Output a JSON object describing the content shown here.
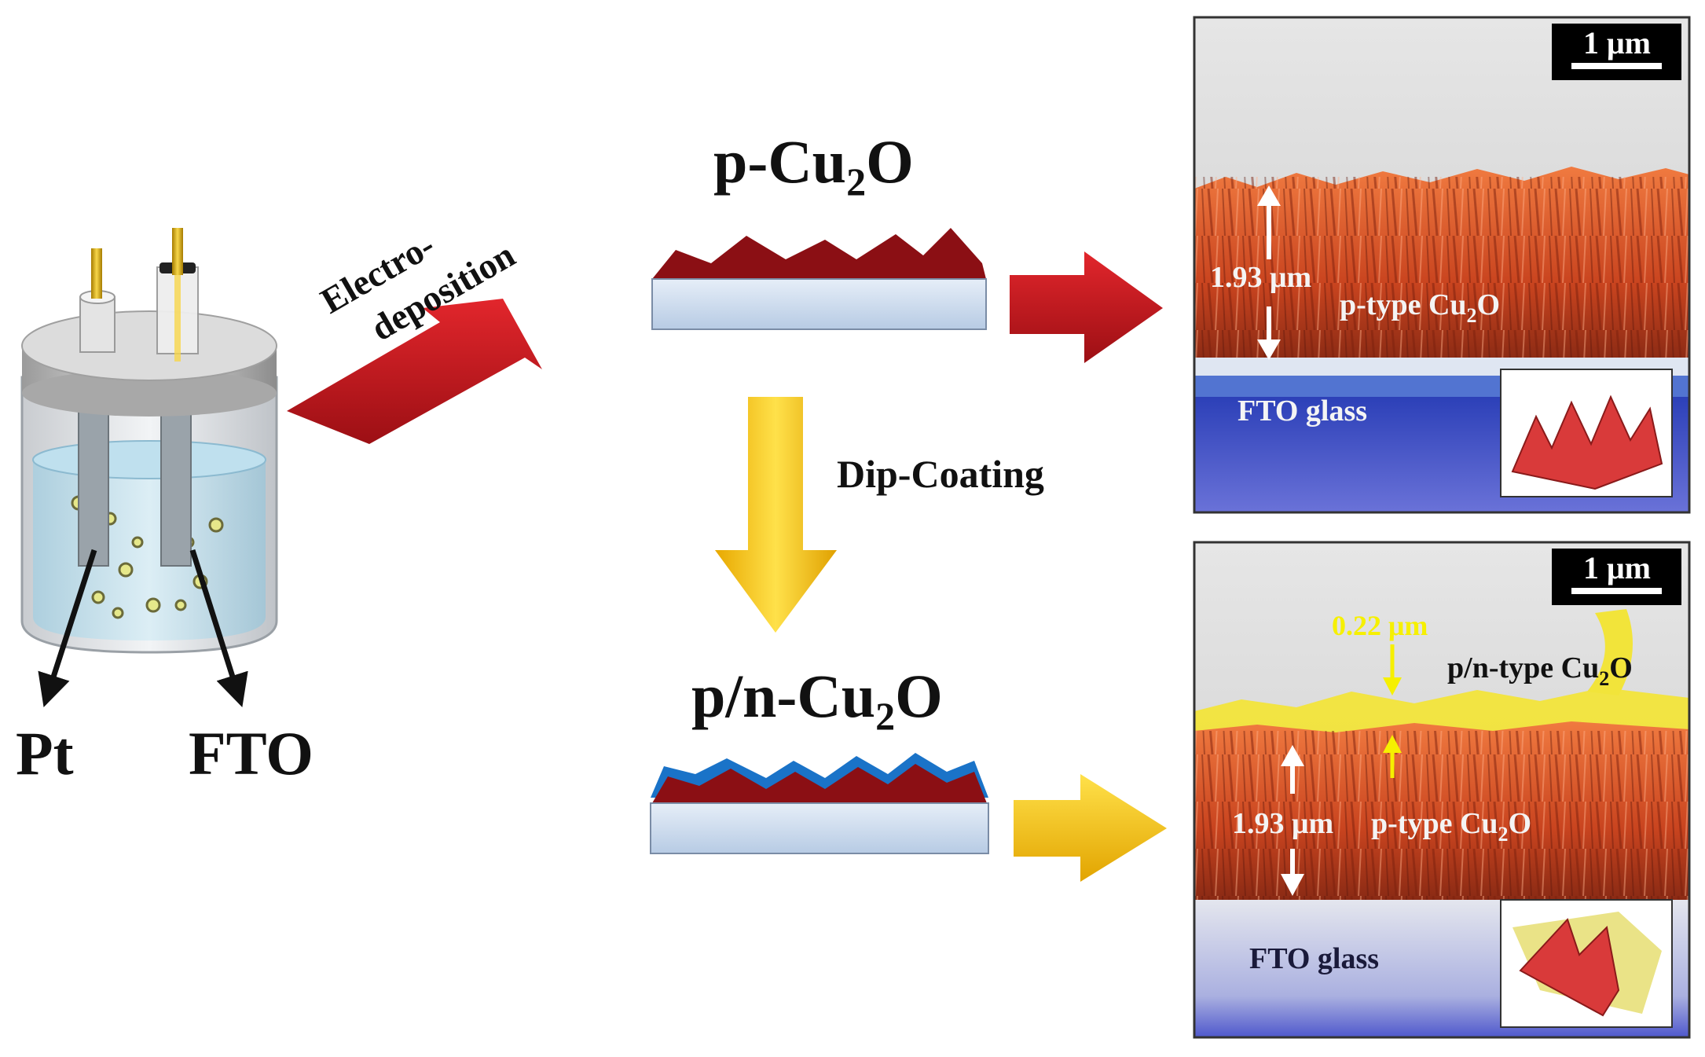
{
  "labels": {
    "electro_line1": "Electro-",
    "electro_line2": "deposition",
    "p_base": "p-Cu",
    "p_sub": "2",
    "p_end": "O",
    "pn_base": "p/n-Cu",
    "pn_sub": "2",
    "pn_end": "O",
    "dip_coating": "Dip-Coating",
    "pt": "Pt",
    "fto": "FTO"
  },
  "sem_top": {
    "scale_bar": "1 μm",
    "thickness": "1.93 μm",
    "layer_base": "p-type Cu",
    "layer_sub": "2",
    "layer_end": "O",
    "substrate": "FTO glass"
  },
  "sem_bottom": {
    "scale_bar": "1 μm",
    "n_thickness": "0.22 μm",
    "n_layer_base": "p/n-type Cu",
    "n_layer_sub": "2",
    "n_layer_end": "O",
    "thickness": "1.93 μm",
    "layer_base": "p-type Cu",
    "layer_sub": "2",
    "layer_end": "O",
    "substrate": "FTO glass"
  },
  "colors": {
    "red_arrow": "#c0141c",
    "yellow_arrow": "#f2c200",
    "cu2o_layer": "#8b0f14",
    "n_layer": "#1a73c8",
    "fto_substrate": "#c7d8ec",
    "sem_orange": "#d4542a",
    "sem_blue": "#4b52c8"
  }
}
